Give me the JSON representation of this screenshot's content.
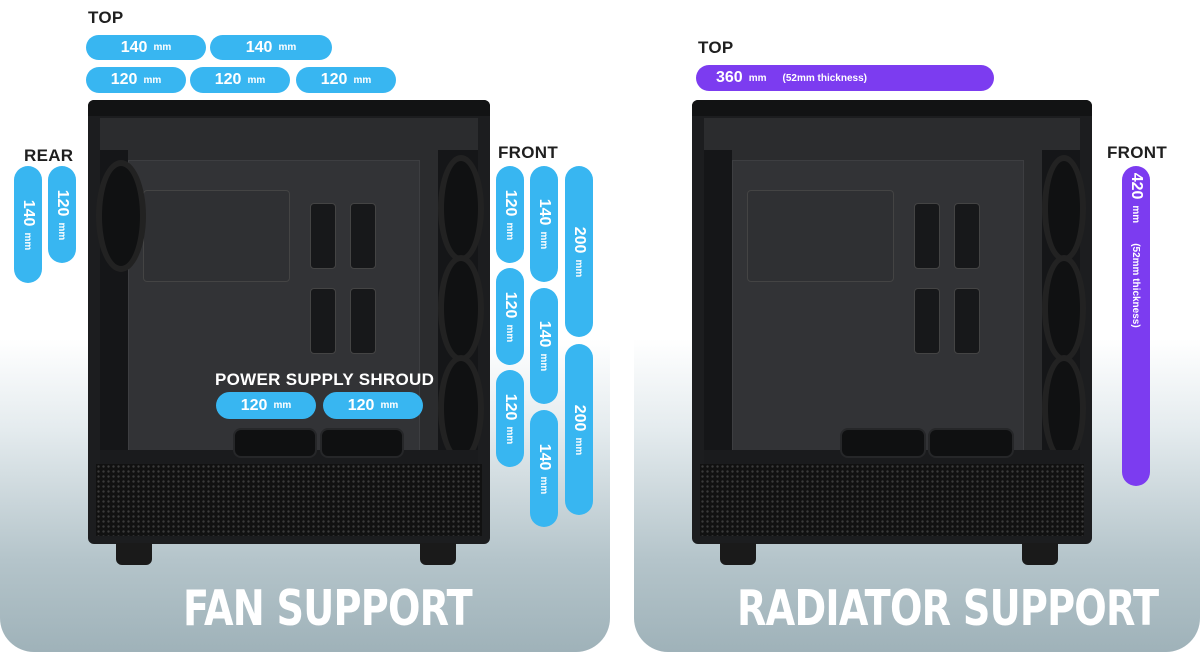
{
  "fan_support": {
    "title": "FAN SUPPORT",
    "labels": {
      "top": "TOP",
      "rear": "REAR",
      "front": "FRONT",
      "shroud": "POWER SUPPLY SHROUD"
    },
    "unit": "mm",
    "top": {
      "row1": [
        "140",
        "140"
      ],
      "row2": [
        "120",
        "120",
        "120"
      ]
    },
    "rear": [
      "140",
      "120"
    ],
    "front": {
      "col1": [
        "120",
        "120",
        "120"
      ],
      "col2": [
        "140",
        "140",
        "140"
      ],
      "col3": [
        "200",
        "200"
      ]
    },
    "shroud": [
      "120",
      "120"
    ]
  },
  "radiator_support": {
    "title": "RADIATOR SUPPORT",
    "labels": {
      "top": "TOP",
      "front": "FRONT"
    },
    "unit": "mm",
    "top": {
      "size": "360",
      "note": "(52mm thickness)"
    },
    "front": {
      "size": "420",
      "note": "(52mm thickness)"
    }
  },
  "colors": {
    "fan_pill": "#38b6f1",
    "radiator_pill": "#7c3cf0",
    "footer_gradient": "#9fb2b9"
  }
}
